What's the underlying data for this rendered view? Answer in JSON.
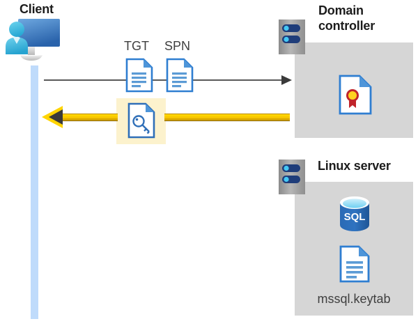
{
  "diagram": {
    "type": "sequence-flow",
    "description": "Kerberos authentication flow between a client, a domain controller, and a Linux server running SQL Server",
    "background_color": "#ffffff"
  },
  "actors": {
    "client": {
      "title": "Client",
      "icon": "client-user-monitor-icon",
      "lifeline_color": "#bfdbfb"
    },
    "domain_controller": {
      "title": "Domain\ncontroller",
      "icon": "server-rack-icon",
      "panel_color": "#d6d6d6",
      "contents": [
        {
          "icon": "certificate-document-icon",
          "label": ""
        }
      ]
    },
    "linux_server": {
      "title": "Linux server",
      "icon": "server-rack-icon",
      "panel_color": "#d6d6d6",
      "contents": [
        {
          "icon": "sql-database-icon",
          "label": "SQL"
        },
        {
          "icon": "text-document-icon",
          "label": "mssql.keytab"
        }
      ]
    }
  },
  "messages": [
    {
      "id": "request",
      "direction": "client-to-domain-controller",
      "line_color": "#595959",
      "arrow_color": "#3a3a3a",
      "artifacts": [
        {
          "label": "TGT",
          "icon": "text-document-icon"
        },
        {
          "label": "SPN",
          "icon": "text-document-icon"
        }
      ]
    },
    {
      "id": "reply",
      "direction": "domain-controller-to-client",
      "line_color": "#ffd400",
      "arrow_color": "#3a3a3a",
      "highlight_color": "#fcf2cd",
      "artifacts": [
        {
          "label": "",
          "icon": "key-document-icon"
        }
      ]
    }
  ],
  "labels": {
    "tgt": "TGT",
    "spn": "SPN",
    "domain_controller_title": "Domain\ncontroller",
    "linux_server_title": "Linux server",
    "client_title": "Client",
    "keytab_file": "mssql.keytab",
    "sql_badge": "SQL"
  },
  "colors": {
    "panel_grey": "#d6d6d6",
    "highlight_yellow": "#fcf2cd",
    "arrow_yellow": "#ffd400",
    "lifeline_blue": "#bfdbfb",
    "doc_blue": "#2f7ed1",
    "sql_blue": "#2b6fba",
    "cert_red": "#c0242a",
    "cert_gold": "#ffd21f",
    "text_dark": "#1c1c1c",
    "text_grey": "#3f3f3f"
  }
}
